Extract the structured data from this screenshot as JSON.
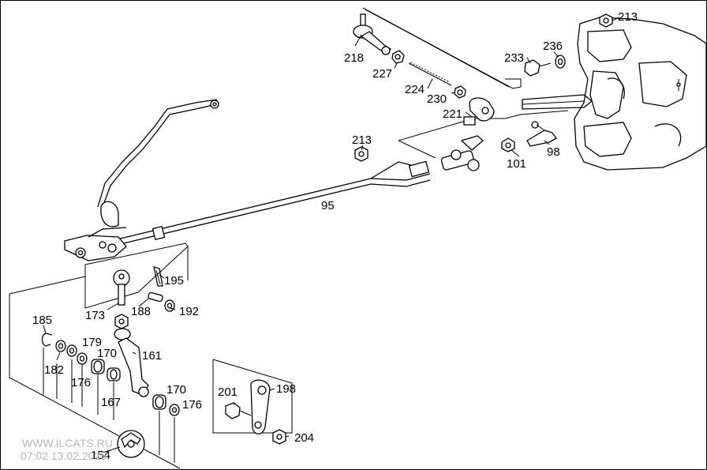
{
  "labels": {
    "p213a": "213",
    "p218": "218",
    "p236": "236",
    "p233": "233",
    "p227": "227",
    "p224": "224",
    "p230": "230",
    "p221": "221",
    "p213b": "213",
    "p98": "98",
    "p101": "101",
    "p95": "95",
    "p195": "195",
    "p173": "173",
    "p188": "188",
    "p192": "192",
    "p185": "185",
    "p179": "179",
    "p170a": "170",
    "p161": "161",
    "p182": "182",
    "p176a": "176",
    "p167": "167",
    "p170b": "170",
    "p176b": "176",
    "p201": "201",
    "p198": "198",
    "p204": "204",
    "p154": "154"
  },
  "watermark": {
    "site": "WWW.ILCATS.RU",
    "stamp": "07:02 13.02.2025"
  }
}
